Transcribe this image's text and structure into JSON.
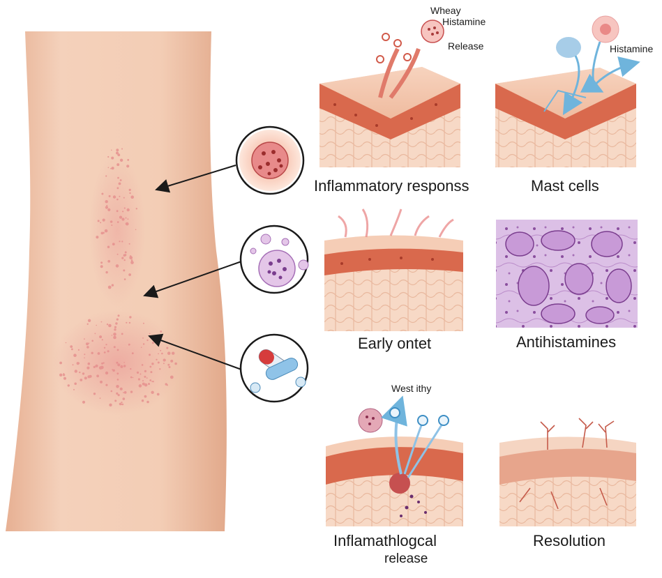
{
  "panels": [
    {
      "caption": "Inflammatory responss",
      "annotations": [
        "Wheay",
        "Histamine",
        "Release"
      ]
    },
    {
      "caption": "Mast cells",
      "annotations": [
        "Histamine"
      ]
    },
    {
      "caption": "Early ontet",
      "annotations": []
    },
    {
      "caption": "Antihistamines",
      "annotations": []
    },
    {
      "caption": "Inflamathlogcal",
      "caption_line2": "release",
      "annotations": [
        "West ithy"
      ]
    },
    {
      "caption": "Resolution",
      "annotations": []
    }
  ],
  "colors": {
    "skin": "#f1c3a6",
    "skin_dark": "#e3a88a",
    "dermis_red": "#d9694d",
    "rash": "#e88a8a",
    "tissue_purple": "#c9a0d6",
    "histamine_blue": "#6fb4dc",
    "arrow": "#1a1a1a"
  },
  "icons": [
    "mast-cell-icon",
    "basophil-icon",
    "antihistamine-pill-icon"
  ]
}
